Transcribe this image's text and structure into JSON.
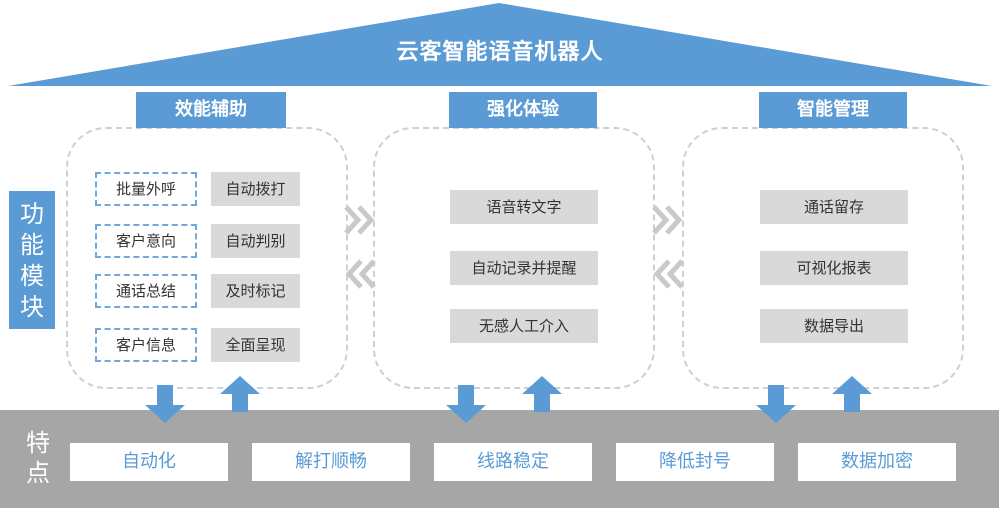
{
  "title": "云客智能语音机器人",
  "side_label": [
    "功",
    "能",
    "模",
    "块"
  ],
  "modules": [
    {
      "title": "效能辅助",
      "rows": [
        {
          "left": "批量外呼",
          "right": "自动拨打"
        },
        {
          "left": "客户意向",
          "right": "自动判别"
        },
        {
          "left": "通话总结",
          "right": "及时标记"
        },
        {
          "left": "客户信息",
          "right": "全面呈现"
        }
      ]
    },
    {
      "title": "强化体验",
      "items": [
        "语音转文字",
        "自动记录并提醒",
        "无感人工介入"
      ]
    },
    {
      "title": "智能管理",
      "items": [
        "通话留存",
        "可视化报表",
        "数据导出"
      ]
    }
  ],
  "features_label": [
    "特",
    "点"
  ],
  "features": [
    "自动化",
    "解打顺畅",
    "线路稳定",
    "降低封号",
    "数据加密"
  ],
  "colors": {
    "accent": "#5b9bd5",
    "box_gray": "#d9d9d9",
    "band_gray": "#a6a6a6",
    "dashed_border": "#cfcfcf"
  }
}
